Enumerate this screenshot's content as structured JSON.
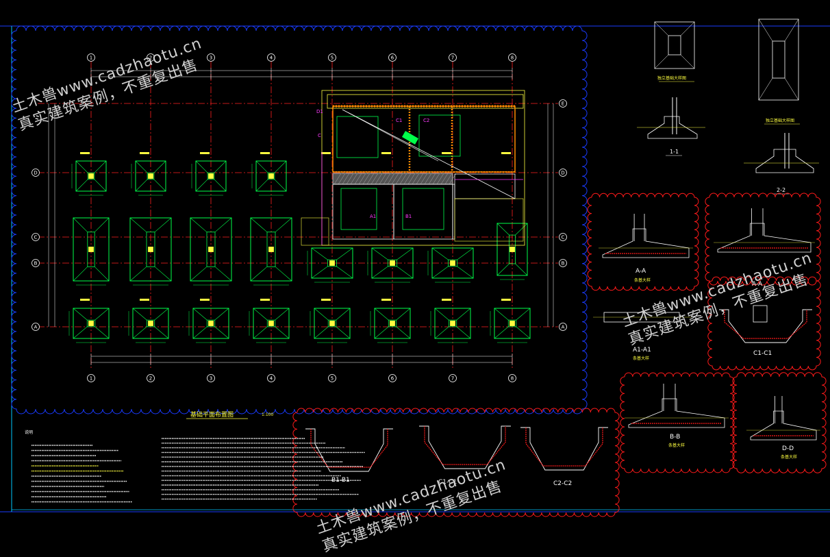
{
  "colors": {
    "background": "#000000",
    "frame": "#1a3bff",
    "sheet_border": "#00c8ff",
    "axis": "#ff2020",
    "footing": "#00ff4a",
    "rebar": "#ff8c00",
    "text_yellow": "#ffff40",
    "text_magenta": "#ff3cff",
    "section_cloud": "#ff1a1a",
    "wall": "#ffffff"
  },
  "plan": {
    "title": "基础平面布置图",
    "scale": "1:100",
    "column_axes": [
      "1",
      "2",
      "3",
      "4",
      "5",
      "6",
      "7",
      "8"
    ],
    "row_axes": [
      "E",
      "D",
      "C",
      "B",
      "A"
    ]
  },
  "footing_details": {
    "square_label": "独立基础大样图",
    "rect_label": "独立基础大样图",
    "section_1": "1-1",
    "section_2": "2-2"
  },
  "sections": [
    {
      "label": "A-A",
      "sub": "条基大样"
    },
    {
      "label": "A-A",
      "sub": "条基大样"
    },
    {
      "label": "A1-A1",
      "sub": "条基大样"
    },
    {
      "label": "C1-C1",
      "sub": ""
    },
    {
      "label": "B-B",
      "sub": "条基大样"
    },
    {
      "label": "D-D",
      "sub": "条基大样"
    },
    {
      "label": "B1-B1",
      "sub": ""
    },
    {
      "label": "C1-C1",
      "sub": ""
    },
    {
      "label": "C2-C2",
      "sub": ""
    }
  ],
  "notes_heading": "说明",
  "watermark": {
    "line1": "土木兽www.cadzhaotu.cn",
    "line2": "真实建筑案例，不重复出售"
  }
}
